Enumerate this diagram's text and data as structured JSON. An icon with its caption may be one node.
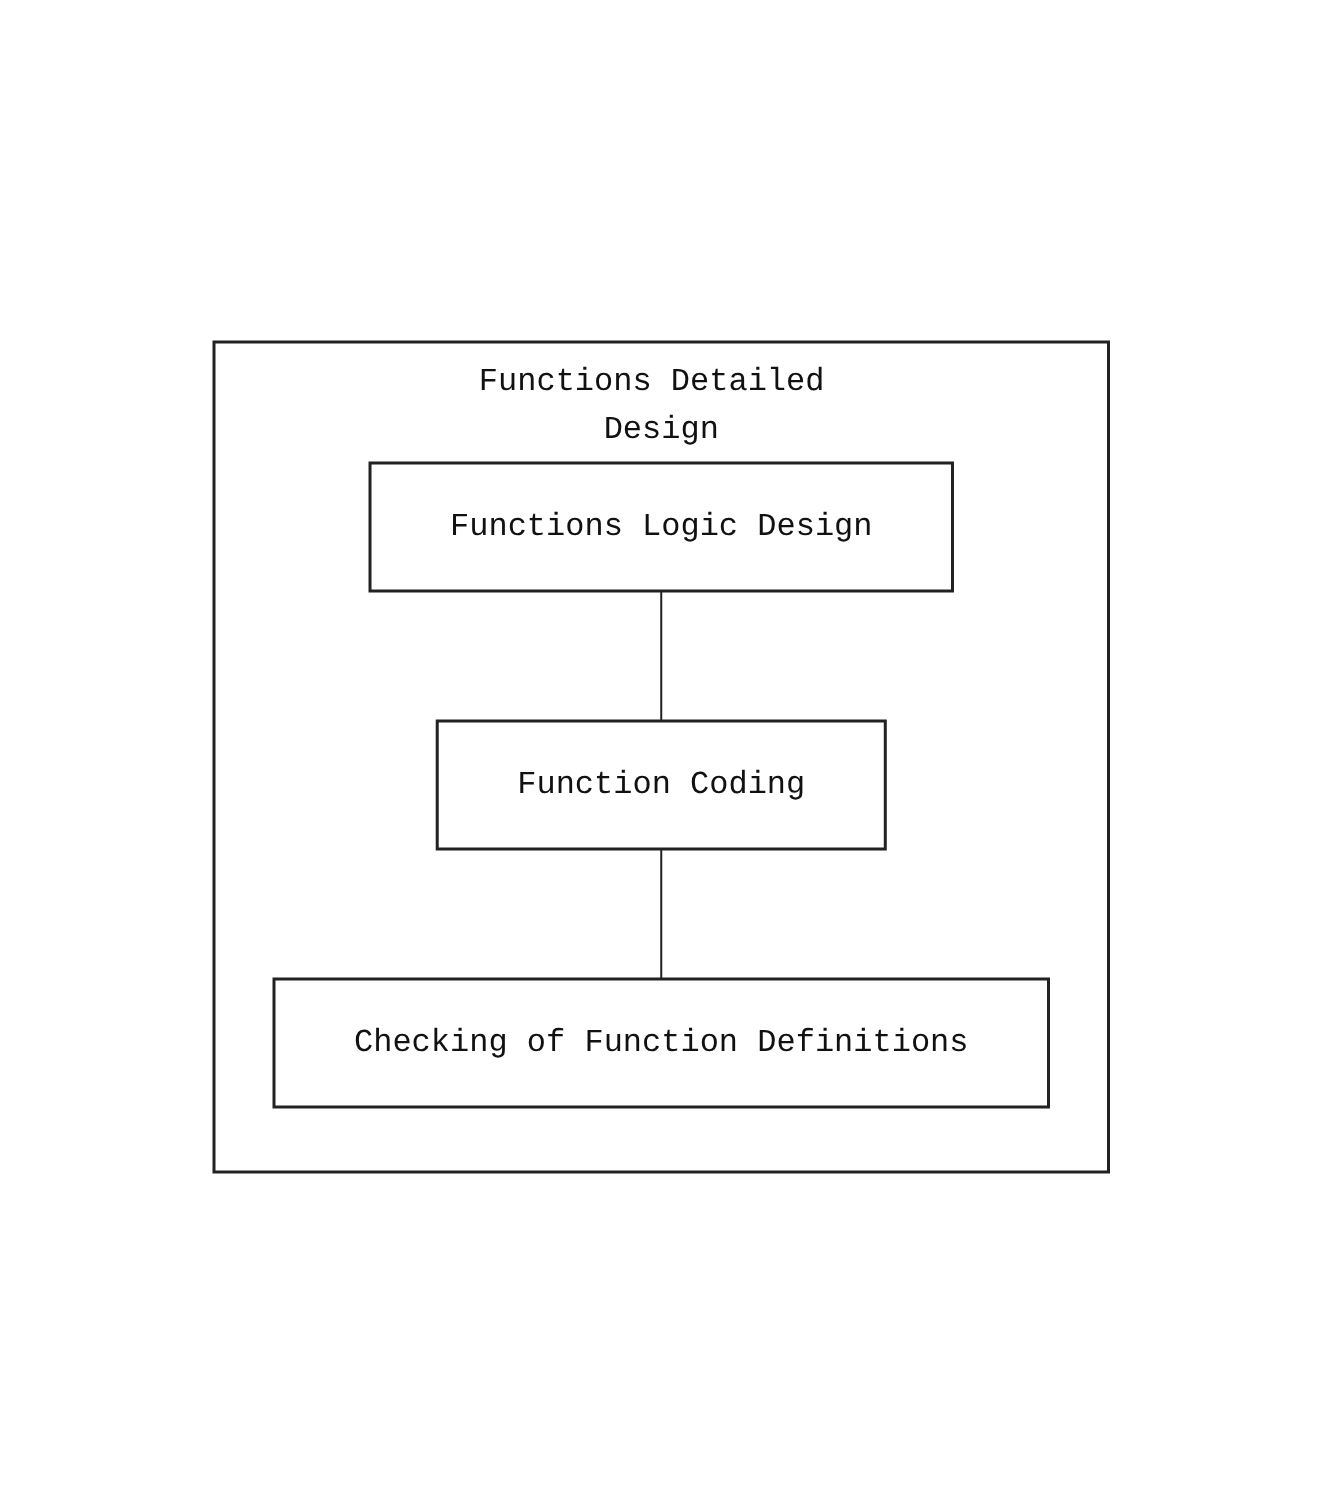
{
  "diagram": {
    "nodes": [
      {
        "text": [
          "Functions Detailed Design"
        ]
      },
      {
        "text": [
          "Functions Logic Design"
        ],
        "in": 0
      },
      {
        "text": [
          "Function Coding"
        ],
        "in": 0
      },
      {
        "text": [
          "Checking of Function Definitions"
        ],
        "in": 0
      }
    ],
    "edges": [
      {
        "from": 1,
        "to": 2,
        "arrow": "none"
      },
      {
        "from": 2,
        "to": 3,
        "arrow": "none"
      }
    ]
  }
}
